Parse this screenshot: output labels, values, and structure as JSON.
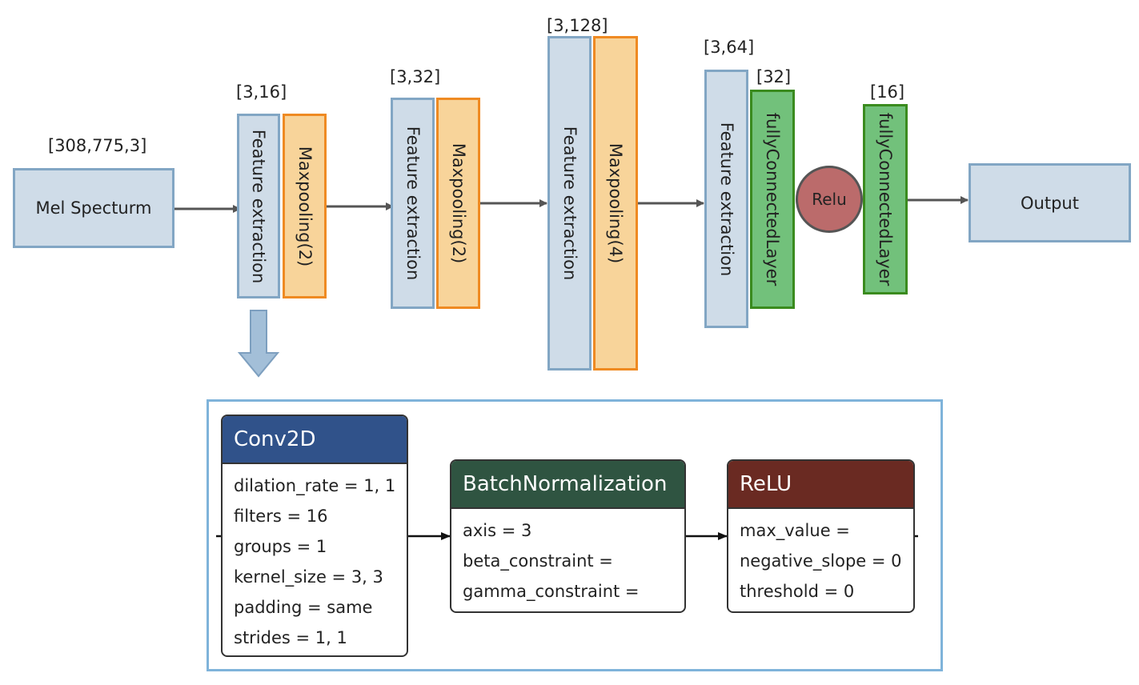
{
  "input": {
    "dims": "[308,775,3]",
    "label": "Mel Specturm"
  },
  "blocks": [
    {
      "dims": "[3,16]",
      "feature": "Feature extraction",
      "pool": "Maxpooling(2)"
    },
    {
      "dims": "[3,32]",
      "feature": "Feature extraction",
      "pool": "Maxpooling(2)"
    },
    {
      "dims": "[3,128]",
      "feature": "Feature extraction",
      "pool": "Maxpooling(4)"
    },
    {
      "dims": "[3,64]",
      "feature": "Feature extraction"
    }
  ],
  "fc1": {
    "dims": "[32]",
    "label": "fullyConnectedLayer"
  },
  "relu": {
    "label": "Relu"
  },
  "fc2": {
    "dims": "[16]",
    "label": "fullyConnectedLayer"
  },
  "output": {
    "label": "Output"
  },
  "detail": {
    "conv": {
      "title": "Conv2D",
      "params": [
        "dilation_rate = 1, 1",
        "filters = 16",
        "groups = 1",
        "kernel_size = 3, 3",
        "padding = same",
        "strides = 1, 1"
      ]
    },
    "bn": {
      "title": "BatchNormalization",
      "params": [
        "axis = 3",
        "beta_constraint =",
        "gamma_constraint ="
      ]
    },
    "relu": {
      "title": "ReLU",
      "params": [
        "max_value =",
        "negative_slope = 0",
        "threshold = 0"
      ]
    }
  },
  "colors": {
    "conv_header": "#30528a",
    "bn_header": "#2f5441",
    "relu_header": "#6a2a22"
  }
}
